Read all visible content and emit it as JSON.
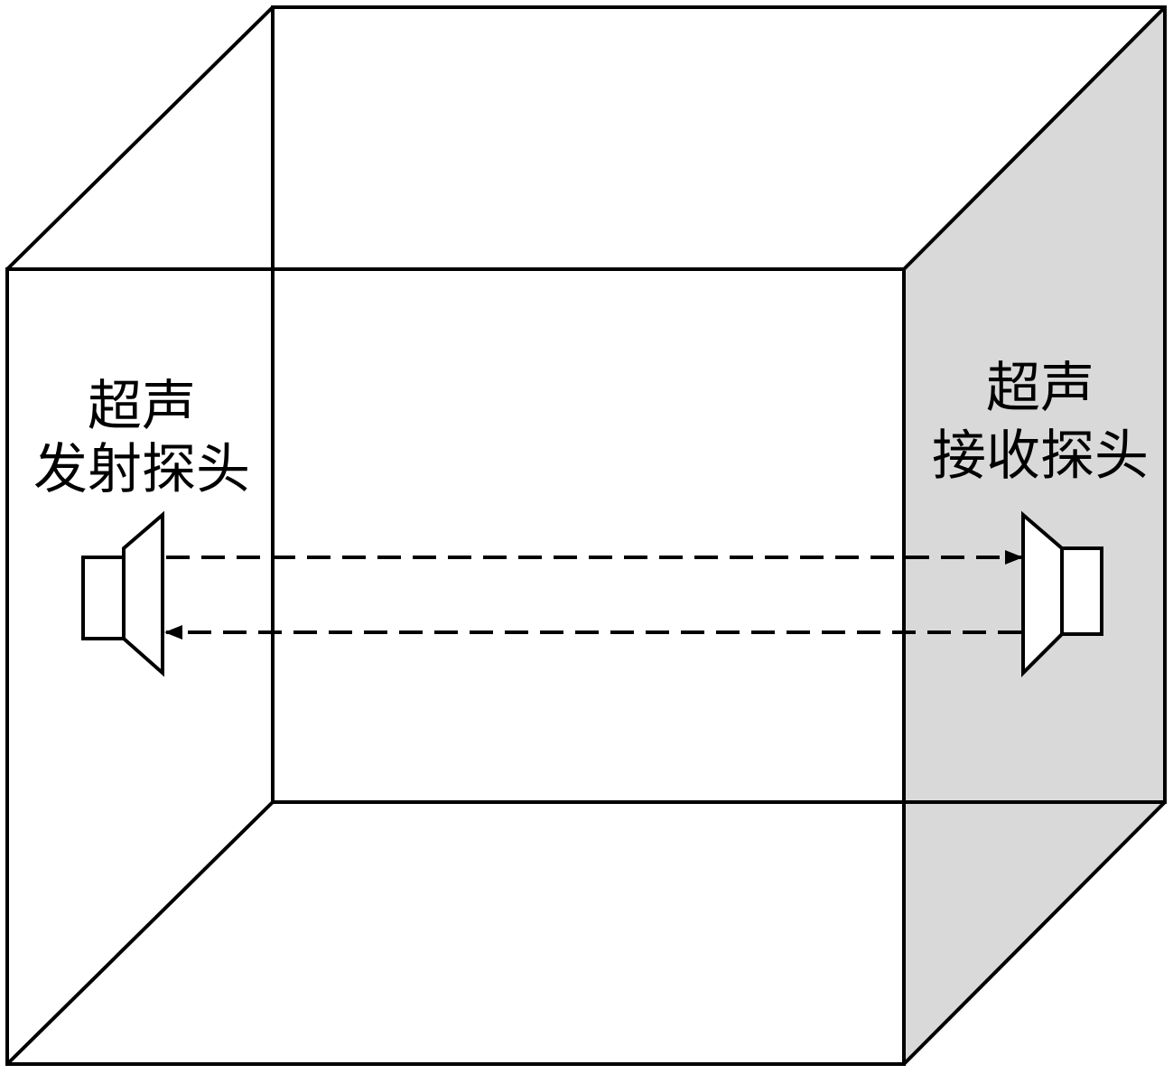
{
  "colors": {
    "line": "#000000",
    "background": "#ffffff",
    "receiver_wall": "#d9d9d9"
  },
  "transmitter": {
    "label_line1": "超声",
    "label_line2": "发射探头"
  },
  "receiver": {
    "label_line1": "超声",
    "label_line2": "接收探头"
  }
}
